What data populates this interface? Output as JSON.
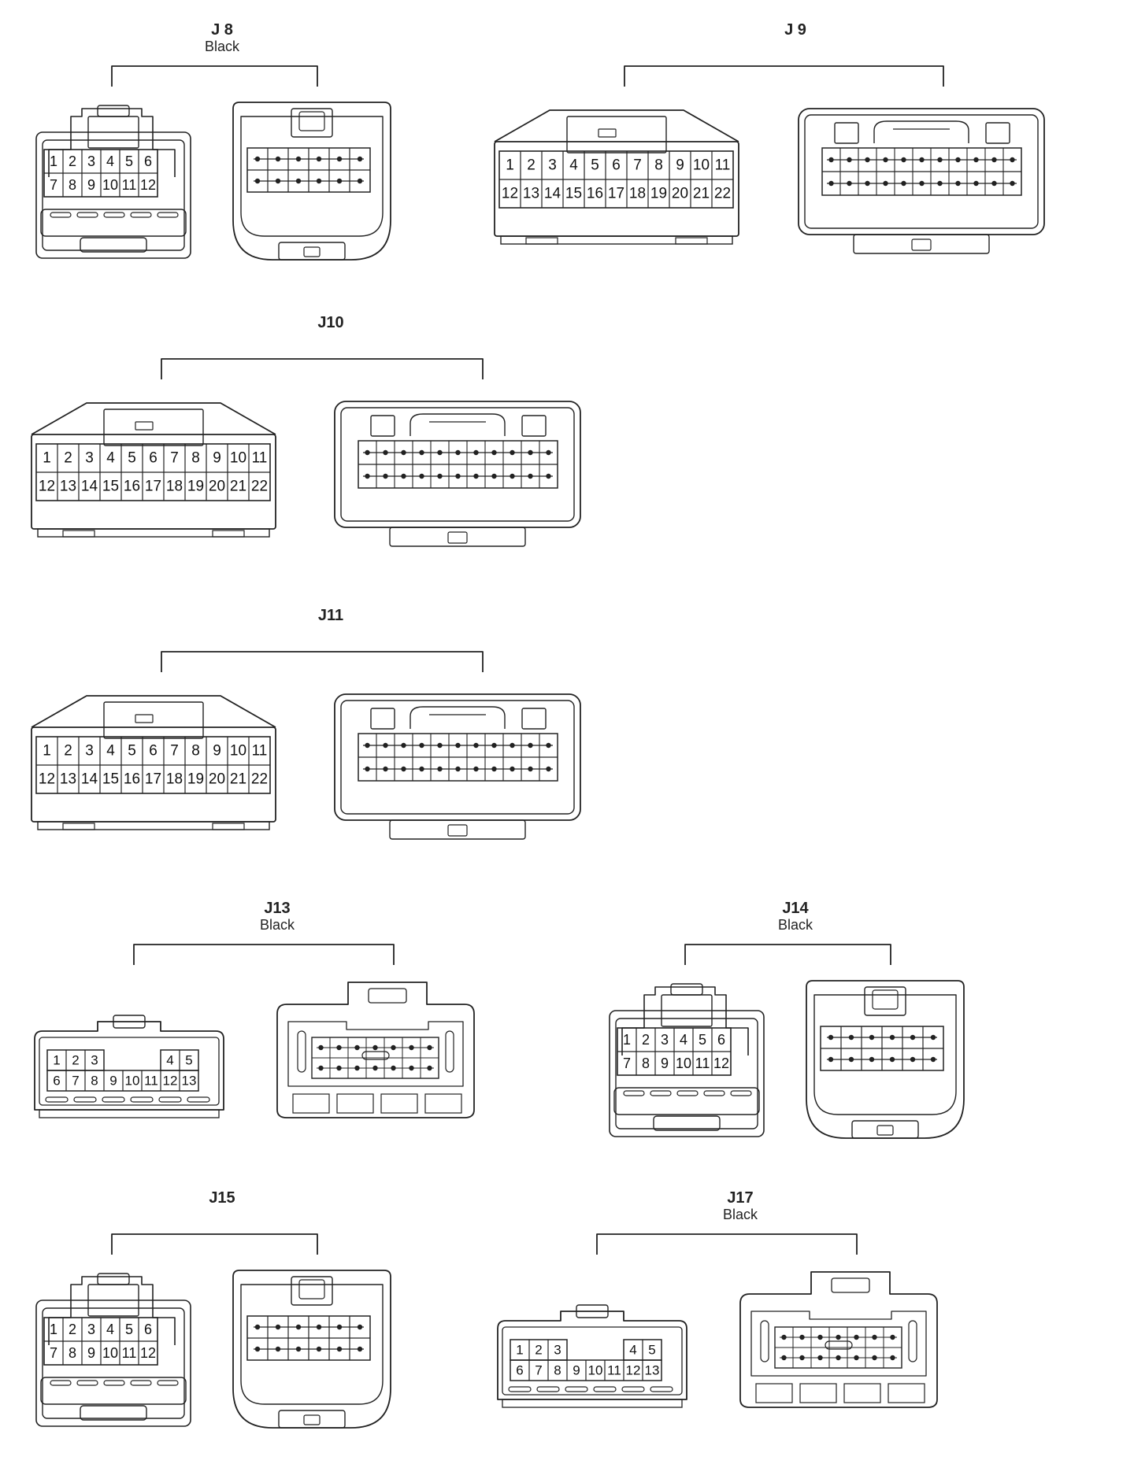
{
  "connectors": [
    {
      "id": "J8",
      "name": "J 8",
      "color": "Black",
      "type": "j8"
    },
    {
      "id": "J9",
      "name": "J 9",
      "color": "",
      "type": "j9"
    },
    {
      "id": "J10",
      "name": "J10",
      "color": "",
      "type": "j9"
    },
    {
      "id": "J11",
      "name": "J11",
      "color": "",
      "type": "j9"
    },
    {
      "id": "J13",
      "name": "J13",
      "color": "Black",
      "type": "j13"
    },
    {
      "id": "J14",
      "name": "J14",
      "color": "Black",
      "type": "j8"
    },
    {
      "id": "J15",
      "name": "J15",
      "color": "",
      "type": "j8"
    },
    {
      "id": "J17",
      "name": "J17",
      "color": "Black",
      "type": "j13"
    }
  ],
  "pin_layouts": {
    "j8": {
      "top": [
        "1",
        "2",
        "3",
        "4",
        "5",
        "6"
      ],
      "bottom": [
        "7",
        "8",
        "9",
        "10",
        "11",
        "12"
      ]
    },
    "j9": {
      "top": [
        "1",
        "2",
        "3",
        "4",
        "5",
        "6",
        "7",
        "8",
        "9",
        "10",
        "11"
      ],
      "bottom": [
        "12",
        "13",
        "14",
        "15",
        "16",
        "17",
        "18",
        "19",
        "20",
        "21",
        "22"
      ]
    },
    "j13": {
      "top": [
        "1",
        "2",
        "3",
        "",
        "",
        "",
        "",
        "4",
        "5"
      ],
      "bottom": [
        "6",
        "7",
        "8",
        "9",
        "10",
        "11",
        "12",
        "13"
      ]
    }
  }
}
